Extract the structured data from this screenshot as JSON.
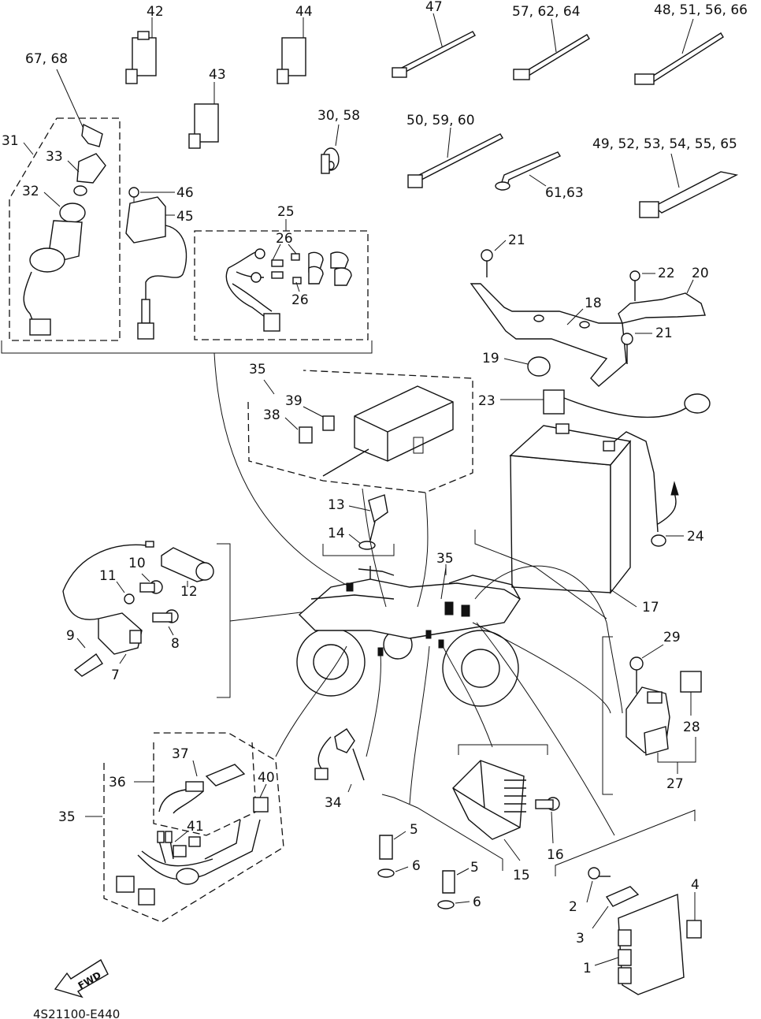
{
  "diagram_code": "4S21100-E440",
  "fwd_label": "FWD",
  "callouts": {
    "p42": "42",
    "p44": "44",
    "p47": "47",
    "p57_62_64": "57, 62, 64",
    "p48_51_56_66": "48, 51, 56, 66",
    "p67_68": "67, 68",
    "p43": "43",
    "p30_58": "30, 58",
    "p50_59_60": "50, 59, 60",
    "p49_52_53_54_55_65": "49, 52, 53, 54, 55, 65",
    "p31": "31",
    "p33": "33",
    "p32": "32",
    "p46": "46",
    "p45": "45",
    "p25": "25",
    "p26a": "26",
    "p26b": "26",
    "p61_63": "61,63",
    "p21a": "21",
    "p22": "22",
    "p20": "20",
    "p18": "18",
    "p21b": "21",
    "p19": "19",
    "p35a": "35",
    "p39": "39",
    "p38": "38",
    "p23": "23",
    "p13": "13",
    "p14": "14",
    "p24": "24",
    "p10": "10",
    "p11": "11",
    "p12": "12",
    "p35b": "35",
    "p9": "9",
    "p8": "8",
    "p7": "7",
    "p17": "17",
    "p29": "29",
    "p28": "28",
    "p27": "27",
    "p37": "37",
    "p36": "36",
    "p40": "40",
    "p35c": "35",
    "p41": "41",
    "p34": "34",
    "p5a": "5",
    "p16": "16",
    "p6a": "6",
    "p5b": "5",
    "p15": "15",
    "p6b": "6",
    "p4": "4",
    "p2": "2",
    "p3": "3",
    "p1": "1"
  }
}
